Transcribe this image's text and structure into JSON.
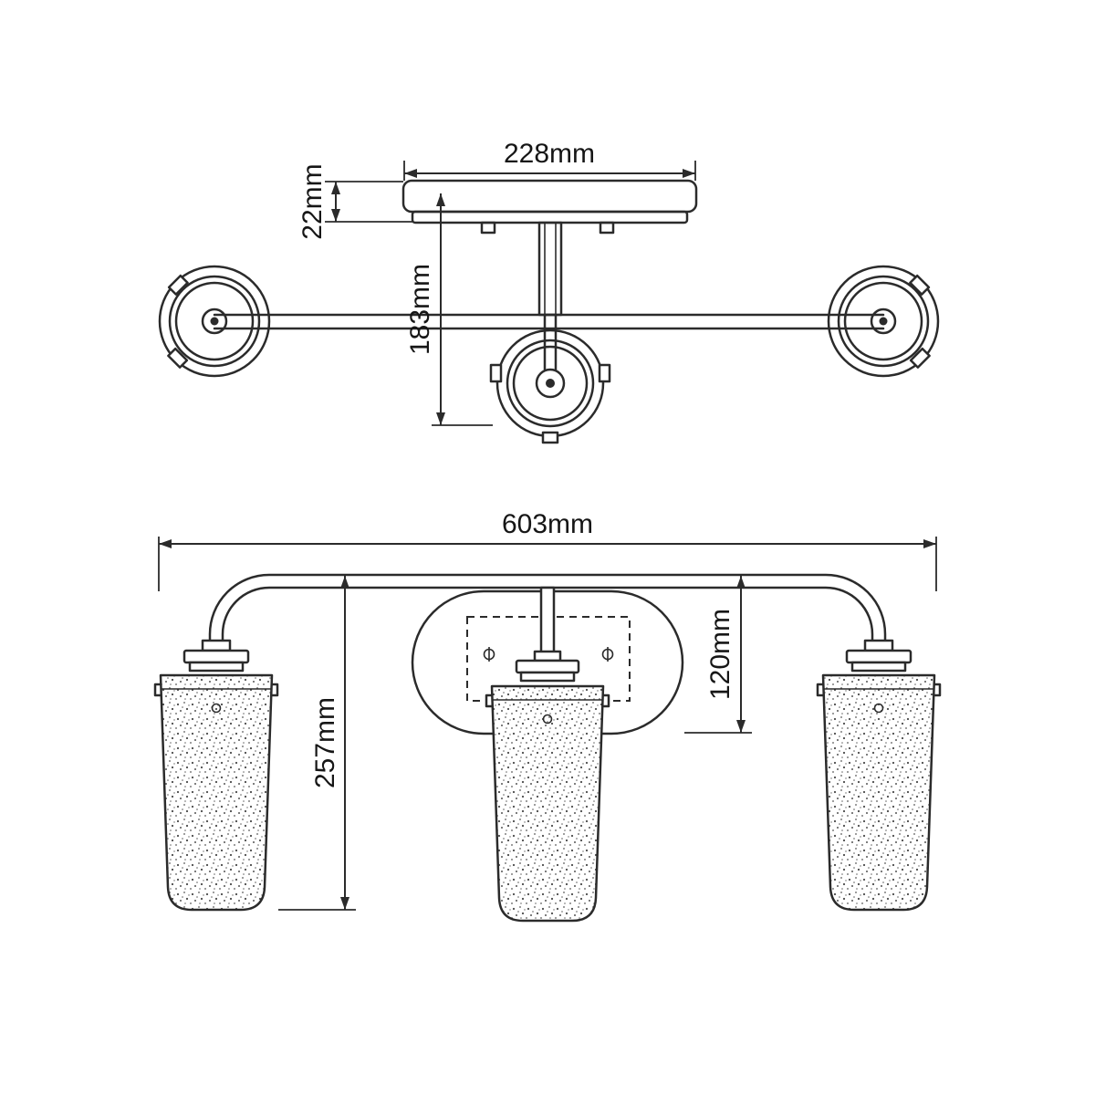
{
  "drawing": {
    "type": "technical line drawing",
    "subject": "three-light bathroom wall fixture with seeded glass shades, dimensioned",
    "line_color": "#2b2b2b",
    "background_color": "#ffffff"
  },
  "top_view": {
    "description": "plan / side projection of ceiling plate and arm with three sockets",
    "dimensions": {
      "plate_width": "228mm",
      "plate_thickness": "22mm",
      "stem_drop": "183mm"
    }
  },
  "front_view": {
    "description": "front elevation with three cylindrical seeded-glass shades and oval backplate",
    "dimensions": {
      "overall_width": "603mm",
      "overall_height": "257mm",
      "backplate_drop": "120mm"
    }
  }
}
